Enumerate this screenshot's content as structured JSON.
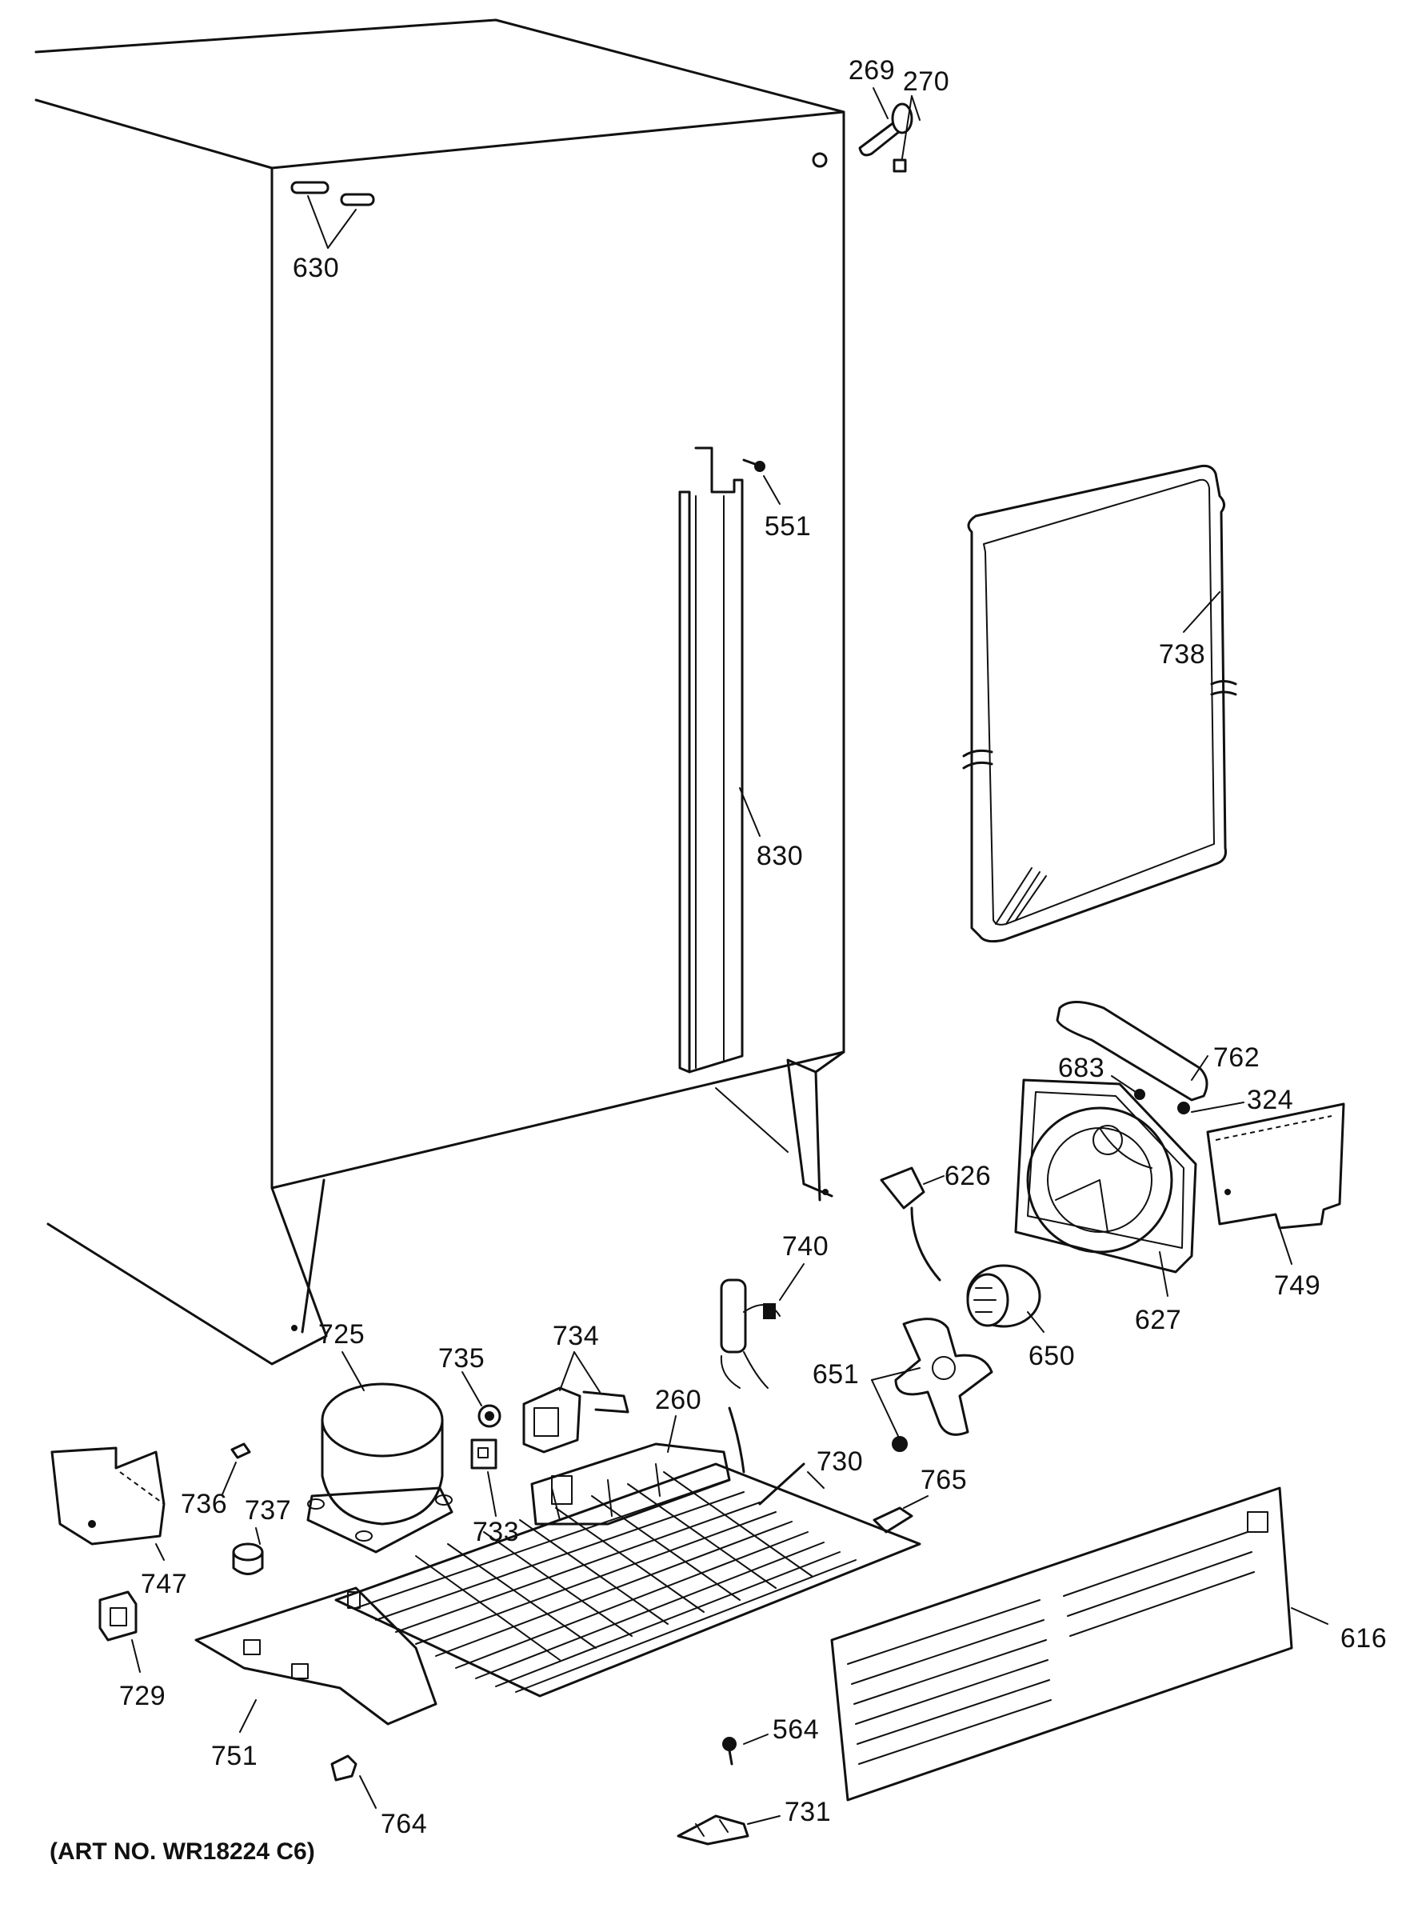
{
  "diagram": {
    "art_number": "(ART NO. WR18224 C6)",
    "parts": [
      {
        "id": "269"
      },
      {
        "id": "270"
      },
      {
        "id": "630"
      },
      {
        "id": "551"
      },
      {
        "id": "738"
      },
      {
        "id": "830"
      },
      {
        "id": "762"
      },
      {
        "id": "683"
      },
      {
        "id": "324"
      },
      {
        "id": "626"
      },
      {
        "id": "740"
      },
      {
        "id": "627"
      },
      {
        "id": "749"
      },
      {
        "id": "725"
      },
      {
        "id": "735"
      },
      {
        "id": "734"
      },
      {
        "id": "650"
      },
      {
        "id": "651"
      },
      {
        "id": "260"
      },
      {
        "id": "730"
      },
      {
        "id": "736"
      },
      {
        "id": "737"
      },
      {
        "id": "733"
      },
      {
        "id": "765"
      },
      {
        "id": "747"
      },
      {
        "id": "616"
      },
      {
        "id": "729"
      },
      {
        "id": "751"
      },
      {
        "id": "564"
      },
      {
        "id": "731"
      },
      {
        "id": "764"
      }
    ]
  }
}
